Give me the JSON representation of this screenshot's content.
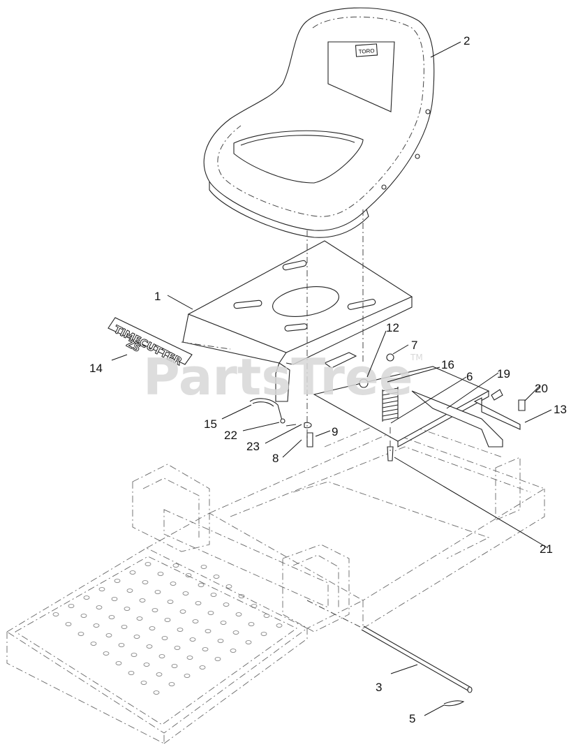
{
  "diagram": {
    "callouts": [
      "1",
      "2",
      "3",
      "5",
      "6",
      "7",
      "8",
      "9",
      "12",
      "13",
      "14",
      "15",
      "16",
      "19",
      "20",
      "21",
      "22",
      "23"
    ],
    "watermark": "PartsTree",
    "watermark_mark": "TM",
    "seat_badge": "TORO",
    "decal_line1": "TIMECUTTER",
    "decal_line2": "ZS"
  }
}
